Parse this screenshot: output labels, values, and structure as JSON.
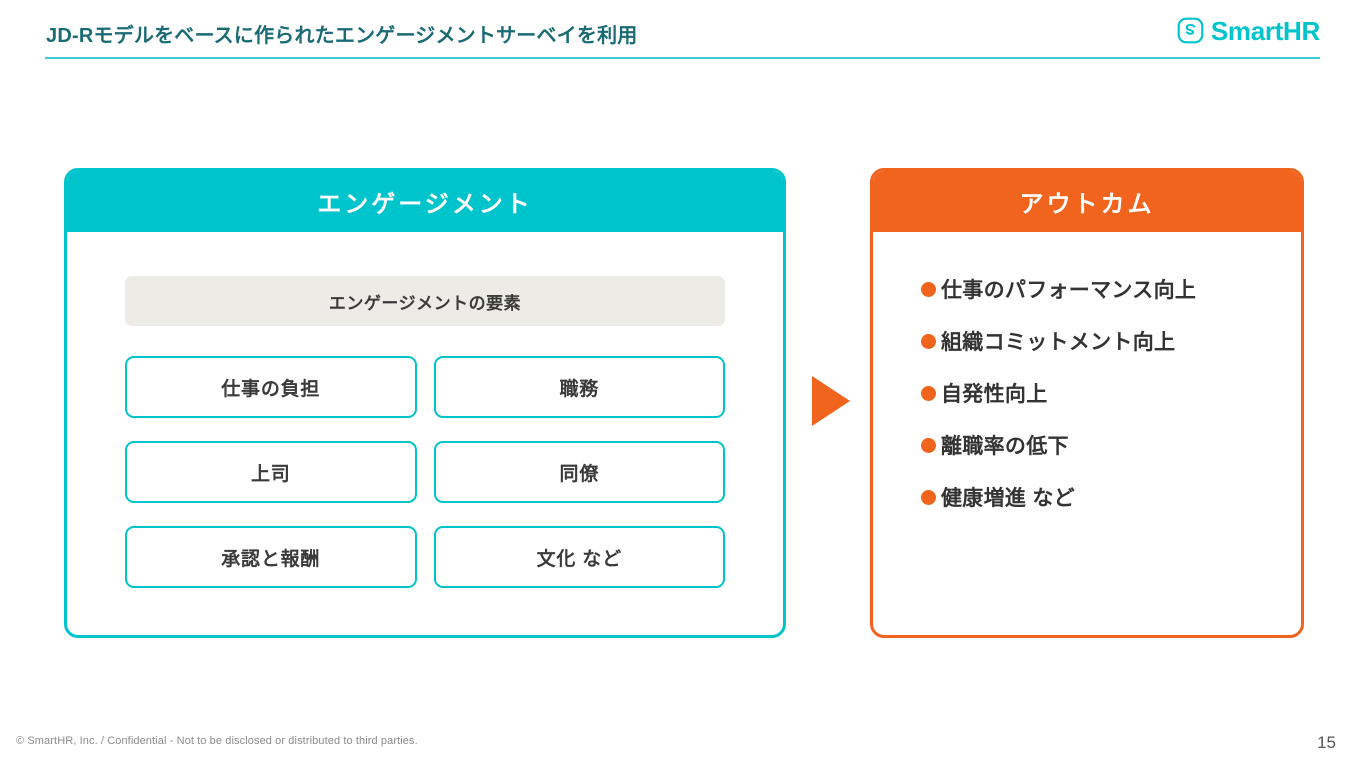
{
  "header": {
    "title": "JD-Rモデルをベースに作られたエンゲージメントサーベイを利用",
    "rule_color": "#3CCBD4",
    "title_color": "#1A6B75"
  },
  "logo": {
    "mark_name": "smarthr-s-logo-icon",
    "text": "SmartHR",
    "color": "#00C4CC"
  },
  "engagement_panel": {
    "heading": "エンゲージメント",
    "accent_color": "#00C4CC",
    "elements_label": "エンゲージメントの要素",
    "elements_label_bg": "#EDEBE5",
    "elements": [
      "仕事の負担",
      "職務",
      "上司",
      "同僚",
      "承認と報酬",
      "文化 など"
    ]
  },
  "arrow": {
    "name": "flow-arrow-right",
    "color": "#F0641E"
  },
  "outcome_panel": {
    "heading": "アウトカム",
    "accent_color": "#F0641E",
    "items": [
      "仕事のパフォーマンス向上",
      "組織コミットメント向上",
      "自発性向上",
      "離職率の低下",
      "健康増進 など"
    ]
  },
  "footer": {
    "copyright": "© SmartHR, Inc. / Confidential - Not to be disclosed or distributed to third parties.",
    "page_number": "15"
  }
}
